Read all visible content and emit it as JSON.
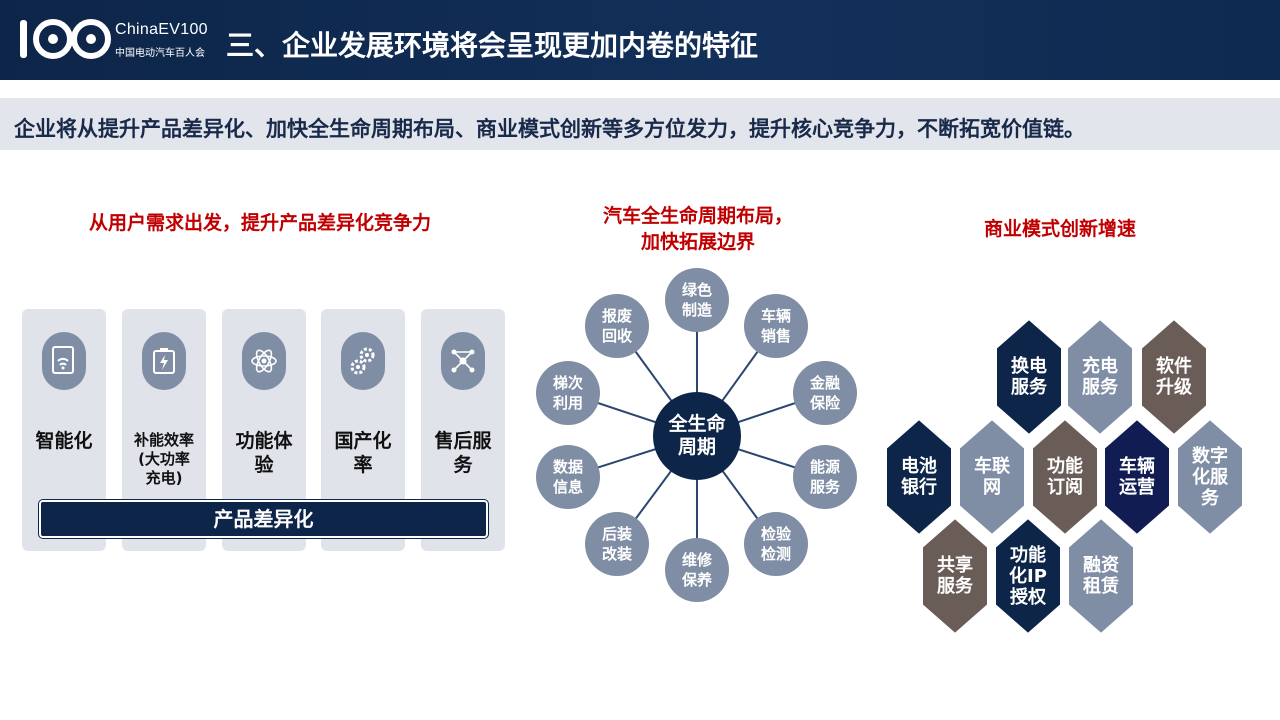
{
  "header": {
    "brand": "ChinaEV100",
    "brand_sub": "中国电动汽车百人会",
    "title": "三、企业发展环境将会呈现更加内卷的特征"
  },
  "subtitle": "企业将从提升产品差异化、加快全生命周期布局、商业模式创新等多方位发力，提升核心竞争力，不断拓宽价值链。",
  "left": {
    "heading": "从用户需求出发，提升产品差异化竞争力",
    "cards": [
      {
        "label": "智能化",
        "icon": "smart-device-icon"
      },
      {
        "label": "补能效率\n(大功率\n充电)",
        "icon": "battery-charge-icon"
      },
      {
        "label": "功能体\n验",
        "icon": "atom-icon"
      },
      {
        "label": "国产化\n率",
        "icon": "gears-icon"
      },
      {
        "label": "售后服\n务",
        "icon": "network-icon"
      }
    ],
    "bar_label": "产品差异化"
  },
  "middle": {
    "heading": "汽车全生命周期布局，\n加快拓展边界",
    "hub": "全生命\n周期",
    "nodes": [
      "绿色\n制造",
      "车辆\n销售",
      "金融\n保险",
      "能源\n服务",
      "检验\n检测",
      "维修\n保养",
      "后装\n改装",
      "数据\n信息",
      "梯次\n利用",
      "报废\n回收"
    ]
  },
  "right": {
    "heading": "商业模式创新增速",
    "hexagons": [
      {
        "label": "换电\n服务",
        "color": "#0d2548"
      },
      {
        "label": "充电\n服务",
        "color": "#7f8ea5"
      },
      {
        "label": "软件\n升级",
        "color": "#6a5d57"
      },
      {
        "label": "电池\n银行",
        "color": "#0d2548"
      },
      {
        "label": "车联\n网",
        "color": "#7f8ea5"
      },
      {
        "label": "功能\n订阅",
        "color": "#6a5d57"
      },
      {
        "label": "车辆\n运营",
        "color": "#111c52"
      },
      {
        "label": "数字\n化服\n务",
        "color": "#7f8ea5"
      },
      {
        "label": "共享\n服务",
        "color": "#6a5d57"
      },
      {
        "label": "功能\n化IP\n授权",
        "color": "#0d2548"
      },
      {
        "label": "融资\n租赁",
        "color": "#7f8ea5"
      }
    ]
  }
}
